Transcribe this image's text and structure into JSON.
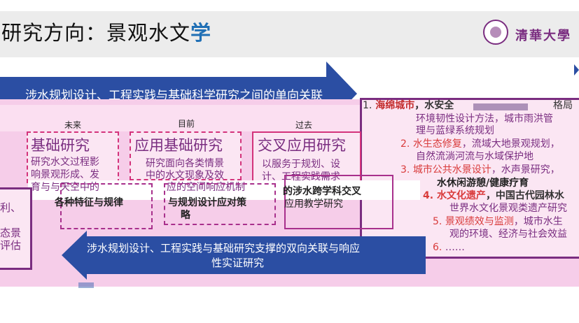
{
  "header": {
    "title_prefix": "研究方向：景观水文",
    "title_accent": "学",
    "logo_text": "清華大學"
  },
  "top_arrow": {
    "label": "涉水规划设计、工程实践与基础科学研究之间的单向关联"
  },
  "timeline": {
    "future": "未来",
    "present": "目前",
    "past": "过去"
  },
  "columns": [
    {
      "title": "基础研究",
      "lines": [
        "研究水文过程影",
        "响景观形成、发",
        "育与与天空中的"
      ],
      "bold": "各种特征与规律"
    },
    {
      "title": "应用基础研究",
      "lines": [
        "研究面向各类情景",
        "中的水文现象及效",
        "应的空间响应机制"
      ],
      "bold_lines": [
        "与规划设计应对策",
        "略"
      ]
    },
    {
      "title": "交叉应用研究",
      "lines": [
        "以服务于规划、设",
        "计、工程实践需求"
      ],
      "bold_lines": [
        "的涉水跨学科交叉",
        "应用教学研究"
      ]
    }
  ],
  "right_list": {
    "item1": {
      "num": "1.",
      "highlight": "海绵城市",
      "rest": "，水安全",
      "tail": "格局"
    },
    "item1_lines": [
      "环境韧性设计方法，城市雨洪管",
      "理与蓝绿系统规划"
    ],
    "item2": {
      "num": "2.",
      "highlight": "水生态修复",
      "rest": "，流域大地景观规划，"
    },
    "item2_lines": [
      "自然流淌河流与水域保护地"
    ],
    "item3": {
      "num": "3.",
      "highlight": "城市公共水景设计",
      "rest": "，水声景研究，"
    },
    "item3_lines": [
      "水休闲游憩/健康疗育"
    ],
    "item4": {
      "num": "4.",
      "highlight": "水文化遗产",
      "rest": "，中国古代园林水"
    },
    "item4_lines": [
      "世界水文化景观类遗产研究"
    ],
    "item5": {
      "num": "5.",
      "highlight": "景观绩效与监测",
      "rest": "，城市水生"
    },
    "item5_lines": [
      "观的环境、经济与社会效益"
    ],
    "item6": {
      "num": "6.",
      "rest": "……"
    }
  },
  "left_panel": {
    "lines": [
      "利、",
      "态景",
      "评估"
    ]
  },
  "bottom_arrow": {
    "line1": "涉水规划设计、工程实践与基础研究支撑的双向关联与响应",
    "line2": "性实证研究"
  },
  "colors": {
    "arrow_blue": "#2b4ea3",
    "purple": "#7a2d80",
    "red": "#d93b3b",
    "pink_band": "#f6cde9",
    "title_accent": "#1f6fb5"
  }
}
